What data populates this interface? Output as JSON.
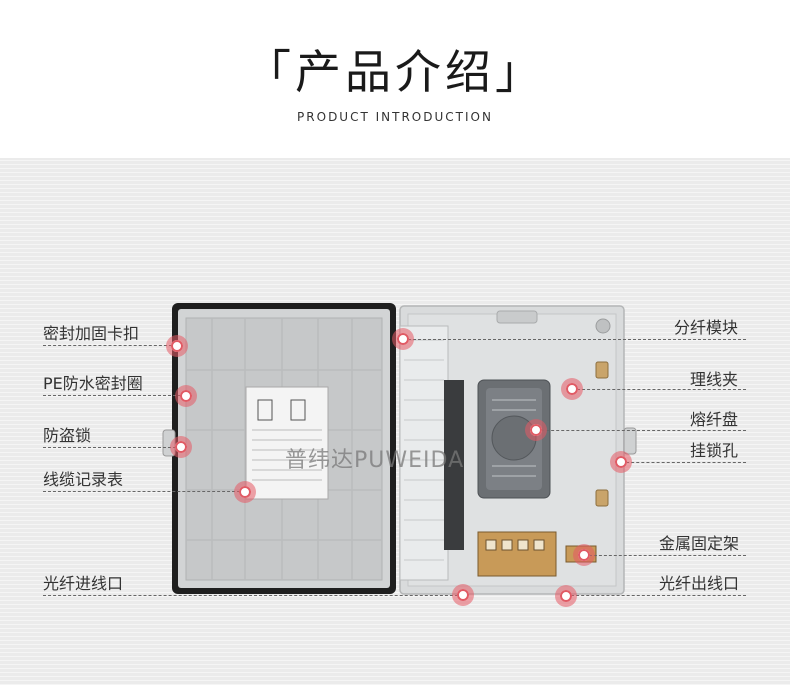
{
  "header": {
    "title": "「产品介绍」",
    "subtitle": "PRODUCT INTRODUCTION"
  },
  "watermark": "普纬达PUWEIDA",
  "callouts_left": [
    {
      "id": "seal-strip",
      "label": "密封加固卡扣"
    },
    {
      "id": "pe-seal",
      "label": "PE防水密封圈"
    },
    {
      "id": "anti-theft-lock",
      "label": "防盗锁"
    },
    {
      "id": "cable-record",
      "label": "线缆记录表"
    },
    {
      "id": "cable-inlet",
      "label": "光纤进线口"
    }
  ],
  "callouts_right": [
    {
      "id": "splitter-module",
      "label": "分纤模块"
    },
    {
      "id": "cable-clip",
      "label": "理线夹"
    },
    {
      "id": "splice-tray",
      "label": "熔纤盘"
    },
    {
      "id": "lock-hole",
      "label": "挂锁孔"
    },
    {
      "id": "metal-bracket",
      "label": "金属固定架"
    },
    {
      "id": "cable-outlet",
      "label": "光纤出线口"
    }
  ],
  "colors": {
    "accent": "#e05a64",
    "stage_background": "#ebebeb",
    "box_body": "#d7d9da"
  }
}
